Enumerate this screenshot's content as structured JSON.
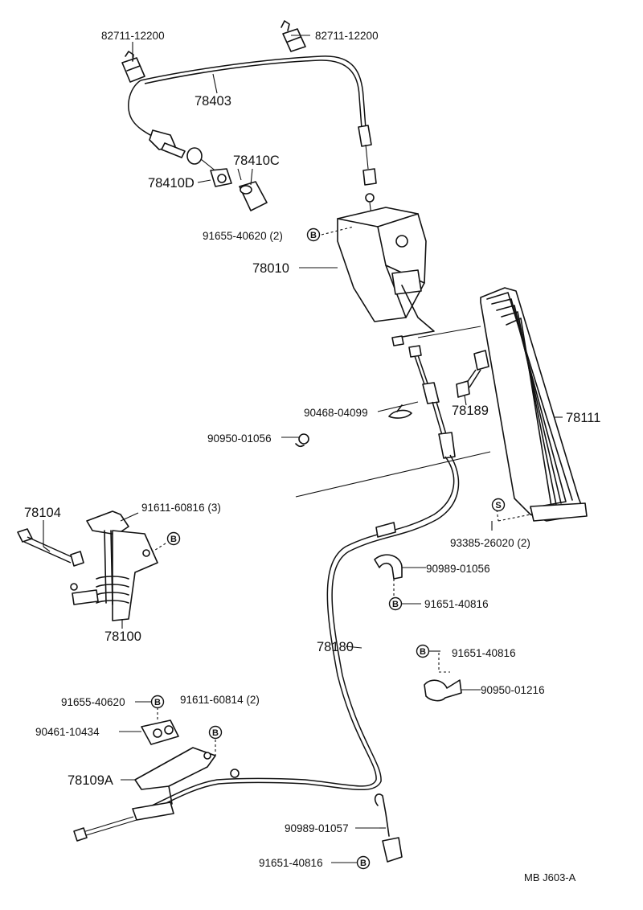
{
  "labels": {
    "clip_top_left": "82711-12200",
    "clip_top_right": "82711-12200",
    "cable_78403": "78403",
    "p78410C": "78410C",
    "p78410D": "78410D",
    "bolt_91655_top": "91655-40620 (2)",
    "bracket_78010": "78010",
    "clip_90468": "90468-04099",
    "p78189": "78189",
    "pedal_78111": "78111",
    "ring_90950": "90950-01056",
    "rod_78104": "78104",
    "bolt_91611_3": "91611-60816 (3)",
    "assy_78100": "78100",
    "screw_93385": "93385-26020 (2)",
    "clamp_90989_01056": "90989-01056",
    "bolt_91651_a": "91651-40816",
    "cable_78180": "78180",
    "bolt_91651_b": "91651-40816",
    "clamp_90950_01216": "90950-01216",
    "bolt_91655_low": "91655-40620",
    "bolt_91611_2": "91611-60814 (2)",
    "clamp_90461": "90461-10434",
    "bracket_78109A": "78109A",
    "clamp_90989_01057": "90989-01057",
    "bolt_91651_c": "91651-40816",
    "diagram_code": "MB  J603-A"
  },
  "badges": {
    "b": "B",
    "s": "S"
  }
}
